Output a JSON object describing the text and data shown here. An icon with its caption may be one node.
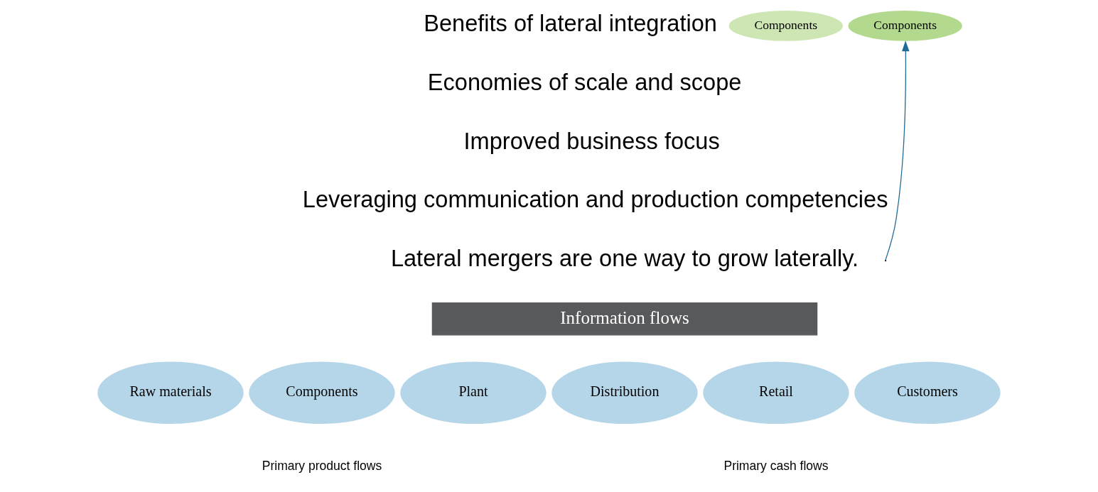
{
  "diagram": {
    "nodes": [
      {
        "text": [
          "Components"
        ]
      },
      {
        "text": [
          "Components"
        ]
      },
      {
        "text": [
          "Information flows"
        ]
      },
      {
        "text": [
          "Raw materials"
        ]
      },
      {
        "text": [
          "Components"
        ]
      },
      {
        "text": [
          "Plant"
        ]
      },
      {
        "text": [
          "Distribution"
        ]
      },
      {
        "text": [
          "Retail"
        ]
      },
      {
        "text": [
          "Customers"
        ]
      }
    ],
    "edges": [
      {
        "from": null,
        "to": 1,
        "arrow": "to",
        "color": "#1f6a96"
      }
    ],
    "labels": [
      "Benefits of lateral integration",
      "Economies of scale and scope",
      "Improved business focus",
      "Leveraging communication and production competencies",
      "Lateral mergers are one way to grow laterally.",
      "Primary product flows",
      "Primary cash flows"
    ]
  }
}
